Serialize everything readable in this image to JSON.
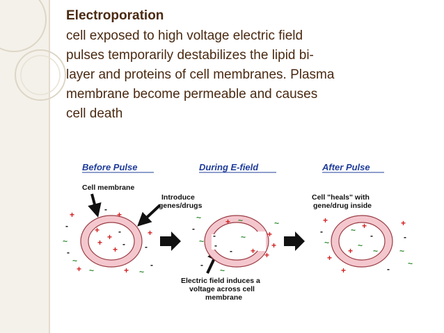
{
  "slide": {
    "title": "Electroporation",
    "body_lines": [
      "cell exposed to high voltage electric field",
      "pulses temporarily destabilizes the lipid bi-",
      "layer and proteins of cell membranes. Plasma",
      "membrane become permeable and causes",
      "cell death"
    ]
  },
  "diagram": {
    "panels": [
      {
        "heading": "Before Pulse"
      },
      {
        "heading": "During E-field"
      },
      {
        "heading": "After Pulse"
      }
    ],
    "labels": {
      "cell_membrane": "Cell membrane",
      "introduce_line1": "Introduce",
      "introduce_line2": "genes/drugs",
      "heals_line1": "Cell \"heals\" with",
      "heals_line2": "gene/drug inside",
      "field_line1": "Electric field induces a",
      "field_line2": "voltage across cell",
      "field_line3": "membrane"
    },
    "colors": {
      "heading": "#1f3c9a",
      "membrane_fill": "#f3c7cd",
      "membrane_stroke": "#9a3b44",
      "positive": "#d21f1f",
      "negative": "#111111",
      "molecule": "#2f8a2f"
    }
  }
}
